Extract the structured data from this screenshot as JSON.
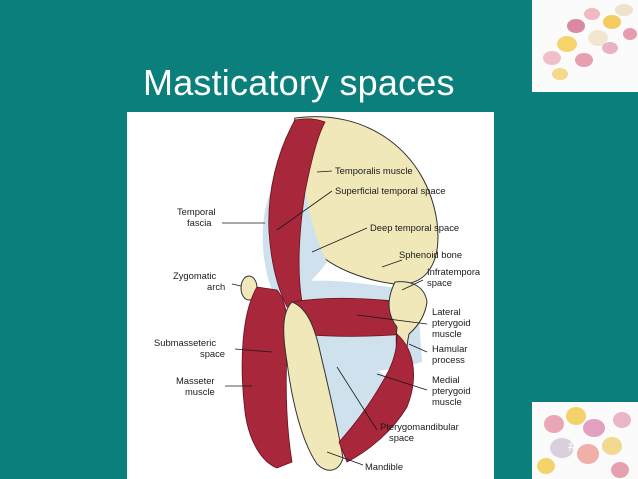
{
  "slide": {
    "title": "Masticatory spaces",
    "slide_number": "#",
    "colors": {
      "background": "#0b7f7c",
      "muscle": "#a8273a",
      "bone": "#f1e8ba",
      "space": "#cfe1ec"
    }
  },
  "figure": {
    "labels": {
      "temporalis_muscle": "Temporalis muscle",
      "superficial_temporal_space": "Superficial temporal space",
      "temporal_fascia_1": "Temporal",
      "temporal_fascia_2": "fascia",
      "deep_temporal_space": "Deep temporal space",
      "sphenoid_bone": "Sphenoid bone",
      "infratemporal_space_1": "Infratempora",
      "infratemporal_space_2": "space",
      "zygomatic_arch_1": "Zygomatic",
      "zygomatic_arch_2": "arch",
      "lateral_pterygoid_1": "Lateral",
      "lateral_pterygoid_2": "pterygoid",
      "lateral_pterygoid_3": "muscle",
      "submasseteric_space_1": "Submasseteric",
      "submasseteric_space_2": "space",
      "hamular_process_1": "Hamular",
      "hamular_process_2": "process",
      "masseter_muscle_1": "Masseter",
      "masseter_muscle_2": "muscle",
      "medial_pterygoid_1": "Medial",
      "medial_pterygoid_2": "pterygoid",
      "medial_pterygoid_3": "muscle",
      "pterygomandibular_space_1": "Pterygomandibular",
      "pterygomandibular_space_2": "space",
      "mandible": "Mandible"
    }
  }
}
